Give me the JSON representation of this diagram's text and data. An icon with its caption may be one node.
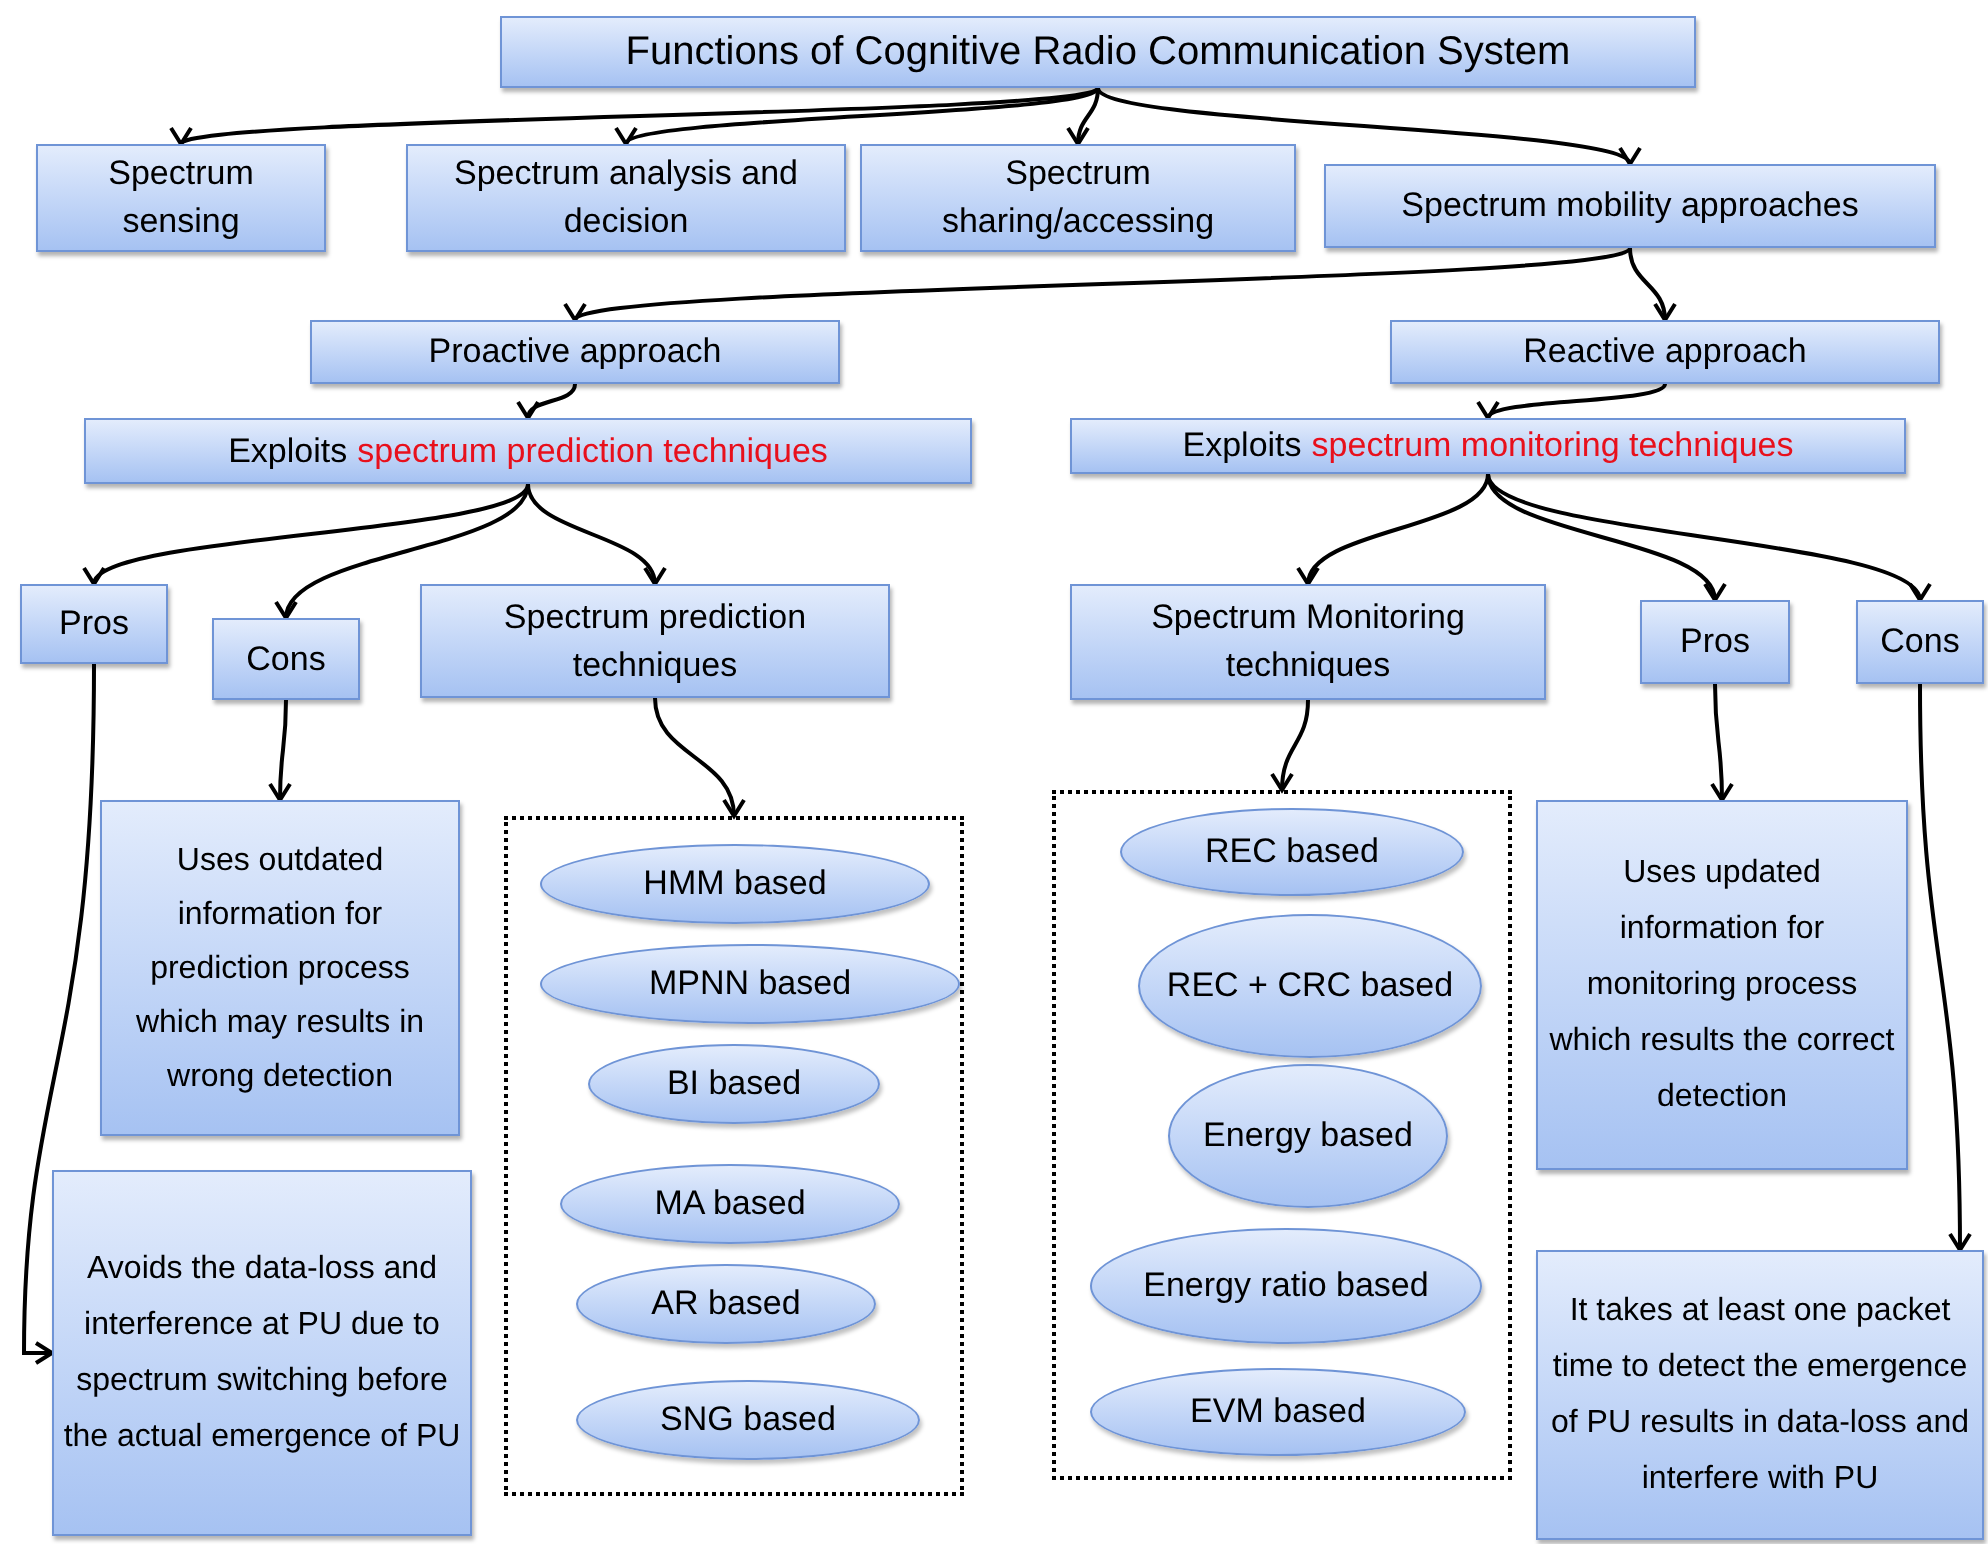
{
  "diagram": {
    "nodes": [
      {
        "text": [
          "Functions of Cognitive Radio Communication System"
        ]
      },
      {
        "text": [
          "Spectrum sensing"
        ]
      },
      {
        "text": [
          "Spectrum analysis and decision"
        ]
      },
      {
        "text": [
          "Spectrum sharing/accessing"
        ]
      },
      {
        "text": [
          "Spectrum mobility approaches"
        ]
      },
      {
        "text": [
          "Proactive approach"
        ]
      },
      {
        "text": [
          "Reactive approach"
        ]
      },
      {
        "text": [
          "Exploits",
          "spectrum prediction techniques"
        ]
      },
      {
        "text": [
          "Exploits",
          "spectrum monitoring techniques"
        ]
      },
      {
        "text": [
          "Pros"
        ]
      },
      {
        "text": [
          "Cons"
        ]
      },
      {
        "text": [
          "Spectrum prediction techniques"
        ]
      },
      {
        "text": [
          "Uses outdated information for prediction process which may results in wrong detection"
        ]
      },
      {
        "text": [],
        "shape": "box"
      },
      {
        "text": [
          "HMM based"
        ],
        "in": 13
      },
      {
        "text": [
          "MPNN based"
        ],
        "in": 13
      },
      {
        "text": [
          "BI based"
        ],
        "in": 13
      },
      {
        "text": [
          "MA based"
        ],
        "in": 13
      },
      {
        "text": [
          "AR based"
        ],
        "in": 13
      },
      {
        "text": [
          "SNG based"
        ],
        "in": 13
      },
      {
        "text": [
          "Avoids the data-loss and interference at PU due to spectrum switching before the actual emergence of PU"
        ]
      },
      {
        "text": [
          "Spectrum Monitoring techniques"
        ]
      },
      {
        "text": [
          "Pros"
        ]
      },
      {
        "text": [
          "Cons"
        ]
      },
      {
        "text": [],
        "shape": "box"
      },
      {
        "text": [
          "REC based"
        ],
        "in": 24
      },
      {
        "text": [
          "REC + CRC based"
        ],
        "in": 24
      },
      {
        "text": [
          "Energy based"
        ],
        "in": 24
      },
      {
        "text": [
          "Energy ratio based"
        ],
        "in": 24
      },
      {
        "text": [
          "EVM based"
        ],
        "in": 24
      },
      {
        "text": [
          "Uses updated information for monitoring process which results the correct detection"
        ]
      },
      {
        "text": [
          "It takes at least one packet time to detect the emergence of PU results in data-loss and interfere with PU"
        ]
      }
    ],
    "edges": [
      {
        "from": 0,
        "to": 1,
        "arrow": "to"
      },
      {
        "from": 0,
        "to": 2,
        "arrow": "to"
      },
      {
        "from": 0,
        "to": 3,
        "arrow": "to"
      },
      {
        "from": 0,
        "to": 4,
        "arrow": "to"
      },
      {
        "from": 4,
        "to": 5,
        "arrow": "to"
      },
      {
        "from": 4,
        "to": 6,
        "arrow": "to"
      },
      {
        "from": 5,
        "to": 7,
        "arrow": "to"
      },
      {
        "from": 6,
        "to": 8,
        "arrow": "to"
      },
      {
        "from": 7,
        "to": 9,
        "arrow": "to"
      },
      {
        "from": 7,
        "to": 10,
        "arrow": "to"
      },
      {
        "from": 7,
        "to": 11,
        "arrow": "to"
      },
      {
        "from": 10,
        "to": 12,
        "arrow": "to"
      },
      {
        "from": 11,
        "to": 13,
        "arrow": "to"
      },
      {
        "from": 9,
        "to": 20,
        "arrow": "to"
      },
      {
        "from": 8,
        "to": 21,
        "arrow": "to"
      },
      {
        "from": 8,
        "to": 22,
        "arrow": "to"
      },
      {
        "from": 8,
        "to": 23,
        "arrow": "to"
      },
      {
        "from": 21,
        "to": 24,
        "arrow": "to"
      },
      {
        "from": 22,
        "to": 30,
        "arrow": "to"
      },
      {
        "from": 23,
        "to": 31,
        "arrow": "to"
      }
    ]
  }
}
